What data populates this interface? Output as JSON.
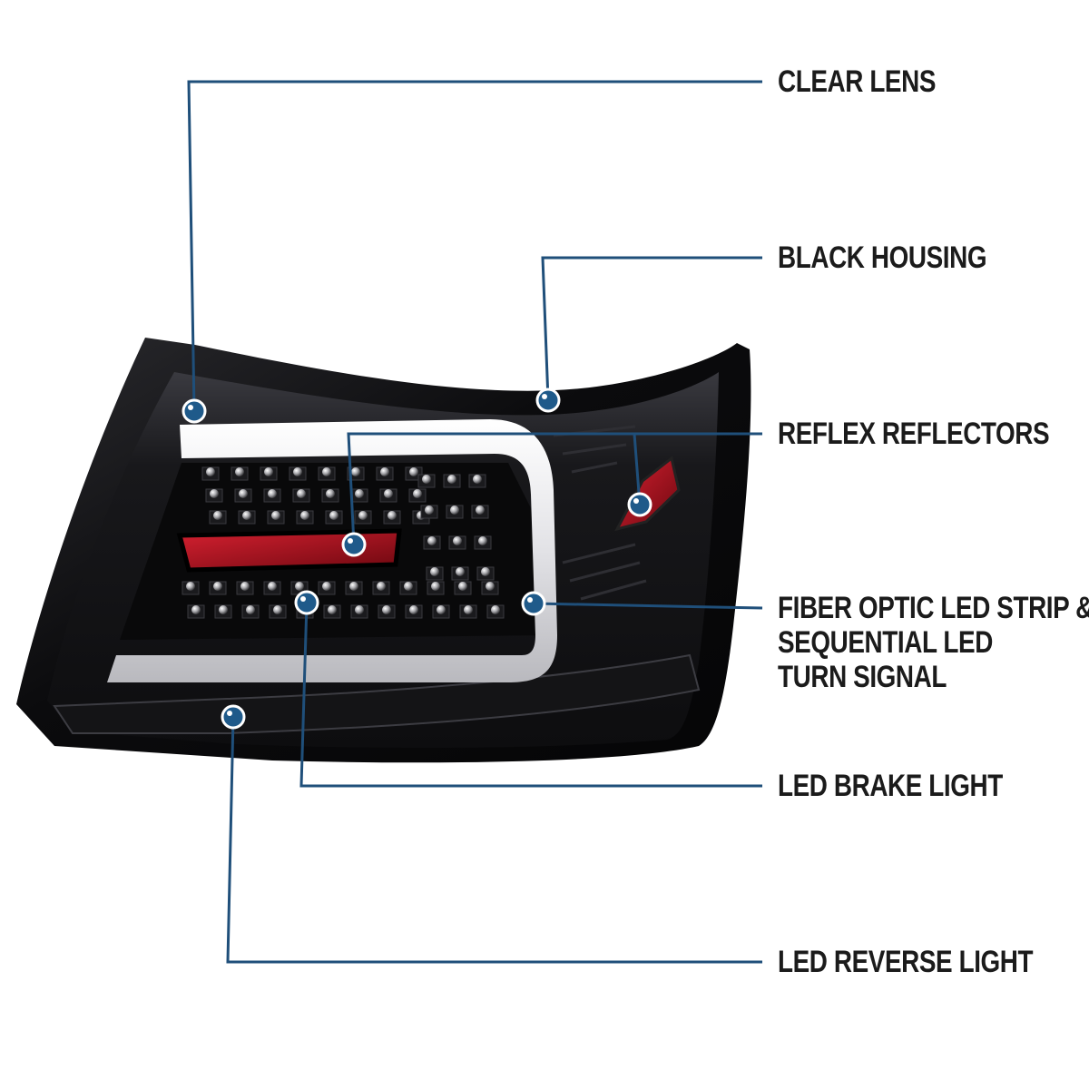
{
  "callouts": [
    {
      "id": "clear-lens",
      "lines": [
        "CLEAR LENS"
      ]
    },
    {
      "id": "black-housing",
      "lines": [
        "BLACK HOUSING"
      ]
    },
    {
      "id": "reflex-reflectors",
      "lines": [
        "REFLEX REFLECTORS"
      ]
    },
    {
      "id": "fiber-optic",
      "lines": [
        "FIBER OPTIC LED STRIP &",
        "SEQUENTIAL LED",
        "TURN SIGNAL"
      ]
    },
    {
      "id": "led-brake-light",
      "lines": [
        "LED BRAKE LIGHT"
      ]
    },
    {
      "id": "led-reverse-light",
      "lines": [
        "LED REVERSE LIGHT"
      ]
    }
  ],
  "colors": {
    "leader_line": "#1f4f7a",
    "dot_fill": "#1f5a8a",
    "dot_ring": "#ffffff",
    "housing": "#0e0e10",
    "lens_tint": "#1c1c20",
    "light_bar": "#e9e9ec",
    "reflector_red": "#b0101c",
    "led_chrome": "#c9c9c9"
  },
  "icons": [
    "callout-dot-icon"
  ]
}
